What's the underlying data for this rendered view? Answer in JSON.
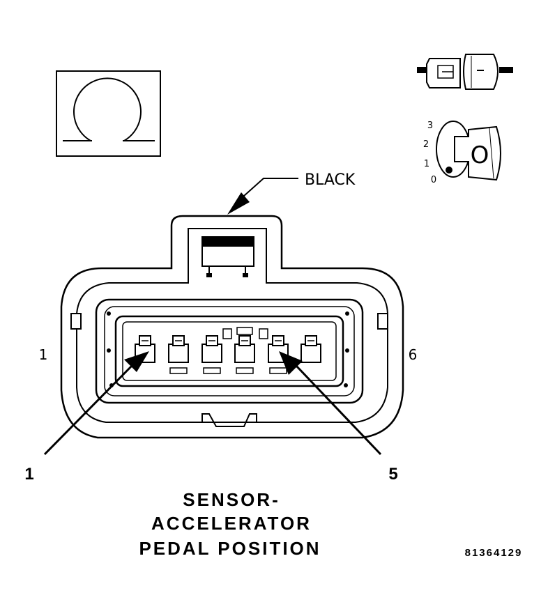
{
  "ohmmeter_symbol": "ohm-symbol",
  "connector": {
    "color_label": "BLACK",
    "side_label_left": "1",
    "side_label_right": "6",
    "callout_left": "1",
    "callout_right": "5"
  },
  "ignition_key": {
    "positions": [
      "3",
      "2",
      "1",
      "0"
    ],
    "key_letter": "O"
  },
  "title": {
    "line1": "SENSOR-",
    "line2": "ACCELERATOR",
    "line3": "PEDAL POSITION"
  },
  "figure_id": "81364129"
}
